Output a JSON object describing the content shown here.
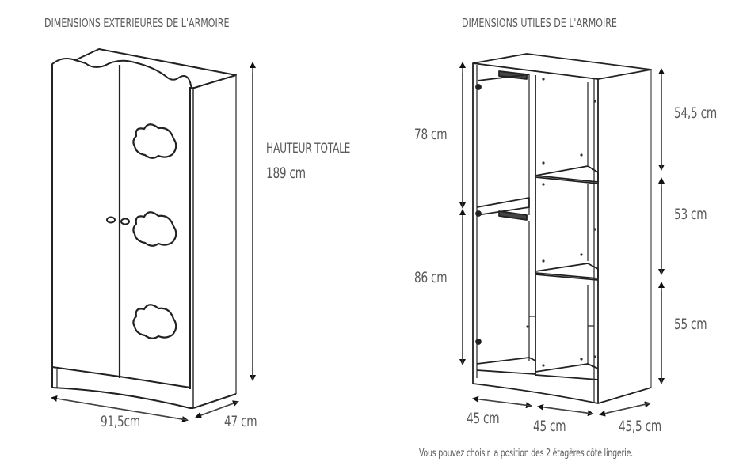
{
  "left_panel": {
    "title": "DIMENSIONS EXTERIEURES DE L'ARMOIRE",
    "height_label": "HAUTEUR TOTALE",
    "height_value": "189 cm",
    "width_value": "91,5cm",
    "depth_value": "47 cm"
  },
  "right_panel": {
    "title": "DIMENSIONS UTILES DE L'ARMOIRE",
    "left_upper": "78 cm",
    "left_lower": "86 cm",
    "right_top": "54,5 cm",
    "right_middle": "53 cm",
    "right_bottom": "55 cm",
    "bottom_left": "45 cm",
    "bottom_middle": "45 cm",
    "bottom_right": "45,5 cm",
    "note": "Vous pouvez choisir la position des 2 étagères côté lingerie."
  },
  "colors": {
    "line": "#222222",
    "text": "#5a5a5a",
    "background": "#ffffff"
  }
}
